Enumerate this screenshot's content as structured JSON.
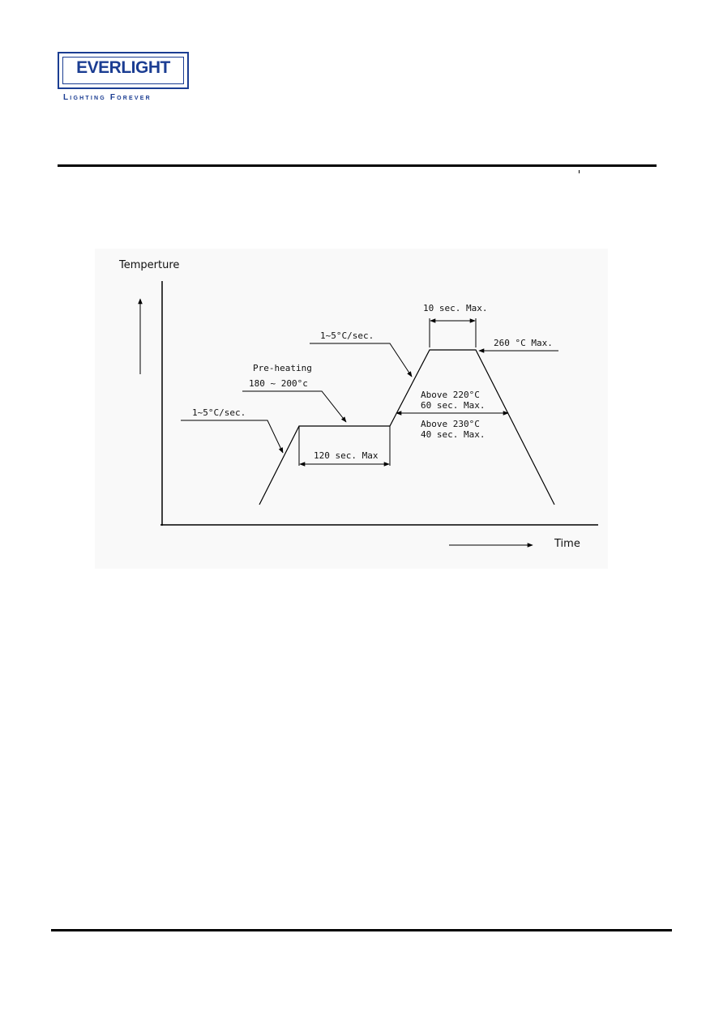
{
  "header": {
    "logo": {
      "brand": "EVERLIGHT",
      "tagline": "Lighting Forever"
    },
    "brand_color": "#1b3d92"
  },
  "chart": {
    "y_axis_label": "Temperture",
    "x_axis_label": "Time",
    "annotations": {
      "ramp_up_1": "1~5°C/sec.",
      "preheating_title": "Pre-heating",
      "preheating_range": "180 ~ 200°c",
      "preheat_duration": "120 sec. Max",
      "ramp_up_2": "1~5°C/sec.",
      "peak_duration": "10 sec. Max.",
      "peak_temp": "260 °C Max.",
      "above_220_line1": "Above 220°C",
      "above_220_line2": "60 sec. Max.",
      "above_230_line1": "Above 230°C",
      "above_230_line2": "40 sec. Max."
    }
  }
}
